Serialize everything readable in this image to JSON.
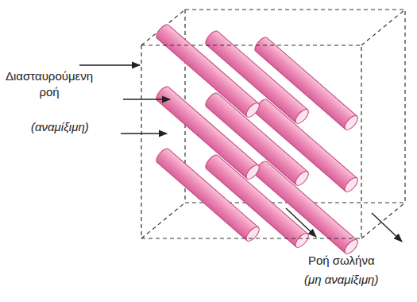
{
  "diagram": {
    "labels": [
      "Διασταυρούμενη ροή",
      "(αναμίξιμη)",
      "Ροή σωλήνα",
      "(μη αναμίξιμη)"
    ]
  }
}
